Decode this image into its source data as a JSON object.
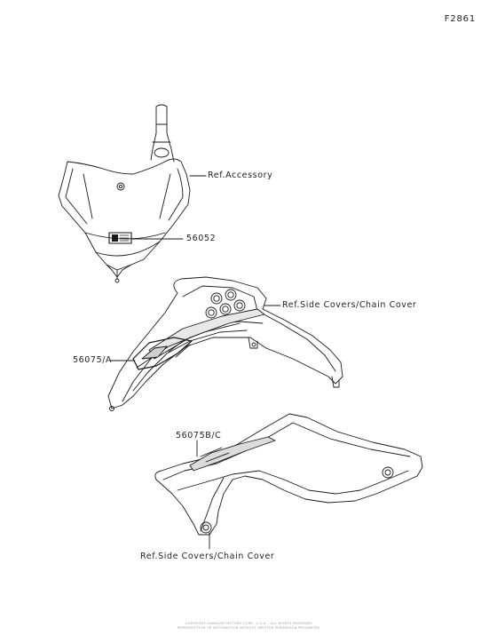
{
  "figure_id": "F2861",
  "callouts": {
    "ref_accessory": "Ref.Accessory",
    "part_56052": "56052",
    "ref_side_covers_top": "Ref.Side Covers/Chain Cover",
    "part_56075a": "56075/A",
    "part_56075bc": "56075B/C",
    "ref_side_covers_bottom": "Ref.Side Covers/Chain Cover"
  },
  "footer": {
    "line1": "COPYRIGHT KAWASAKI MOTORS CORP., U.S.A. - ALL RIGHTS RESERVED",
    "line2": "REPRODUCTION OR DISTRIBUTION WITHOUT WRITTEN PERMISSION PROHIBITED"
  },
  "colors": {
    "line": "#1a1a1a",
    "background": "#ffffff",
    "footer_text": "#9a9a9a"
  }
}
